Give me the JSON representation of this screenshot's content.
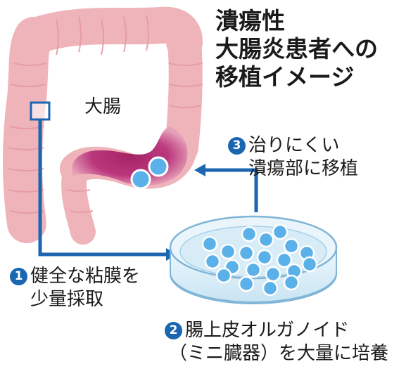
{
  "title": {
    "line1": "潰瘍性",
    "line2": "大腸炎患者への",
    "line3": "移植イメージ"
  },
  "organ_label": "大腸",
  "steps": [
    {
      "num": "1",
      "line1": "健全な粘膜を",
      "line2": "少量採取"
    },
    {
      "num": "2",
      "line1": "腸上皮オルガノイド",
      "line2": "（ミニ臓器）を大量に培養"
    },
    {
      "num": "3",
      "line1": "治りにくい",
      "line2": "潰瘍部に移植"
    }
  ],
  "colors": {
    "colon": "#efb4ba",
    "colon_inflamed": "#b0226a",
    "arrow": "#1b66b0",
    "organoid": "#5ab0e8",
    "dish": "#dbeef8"
  }
}
